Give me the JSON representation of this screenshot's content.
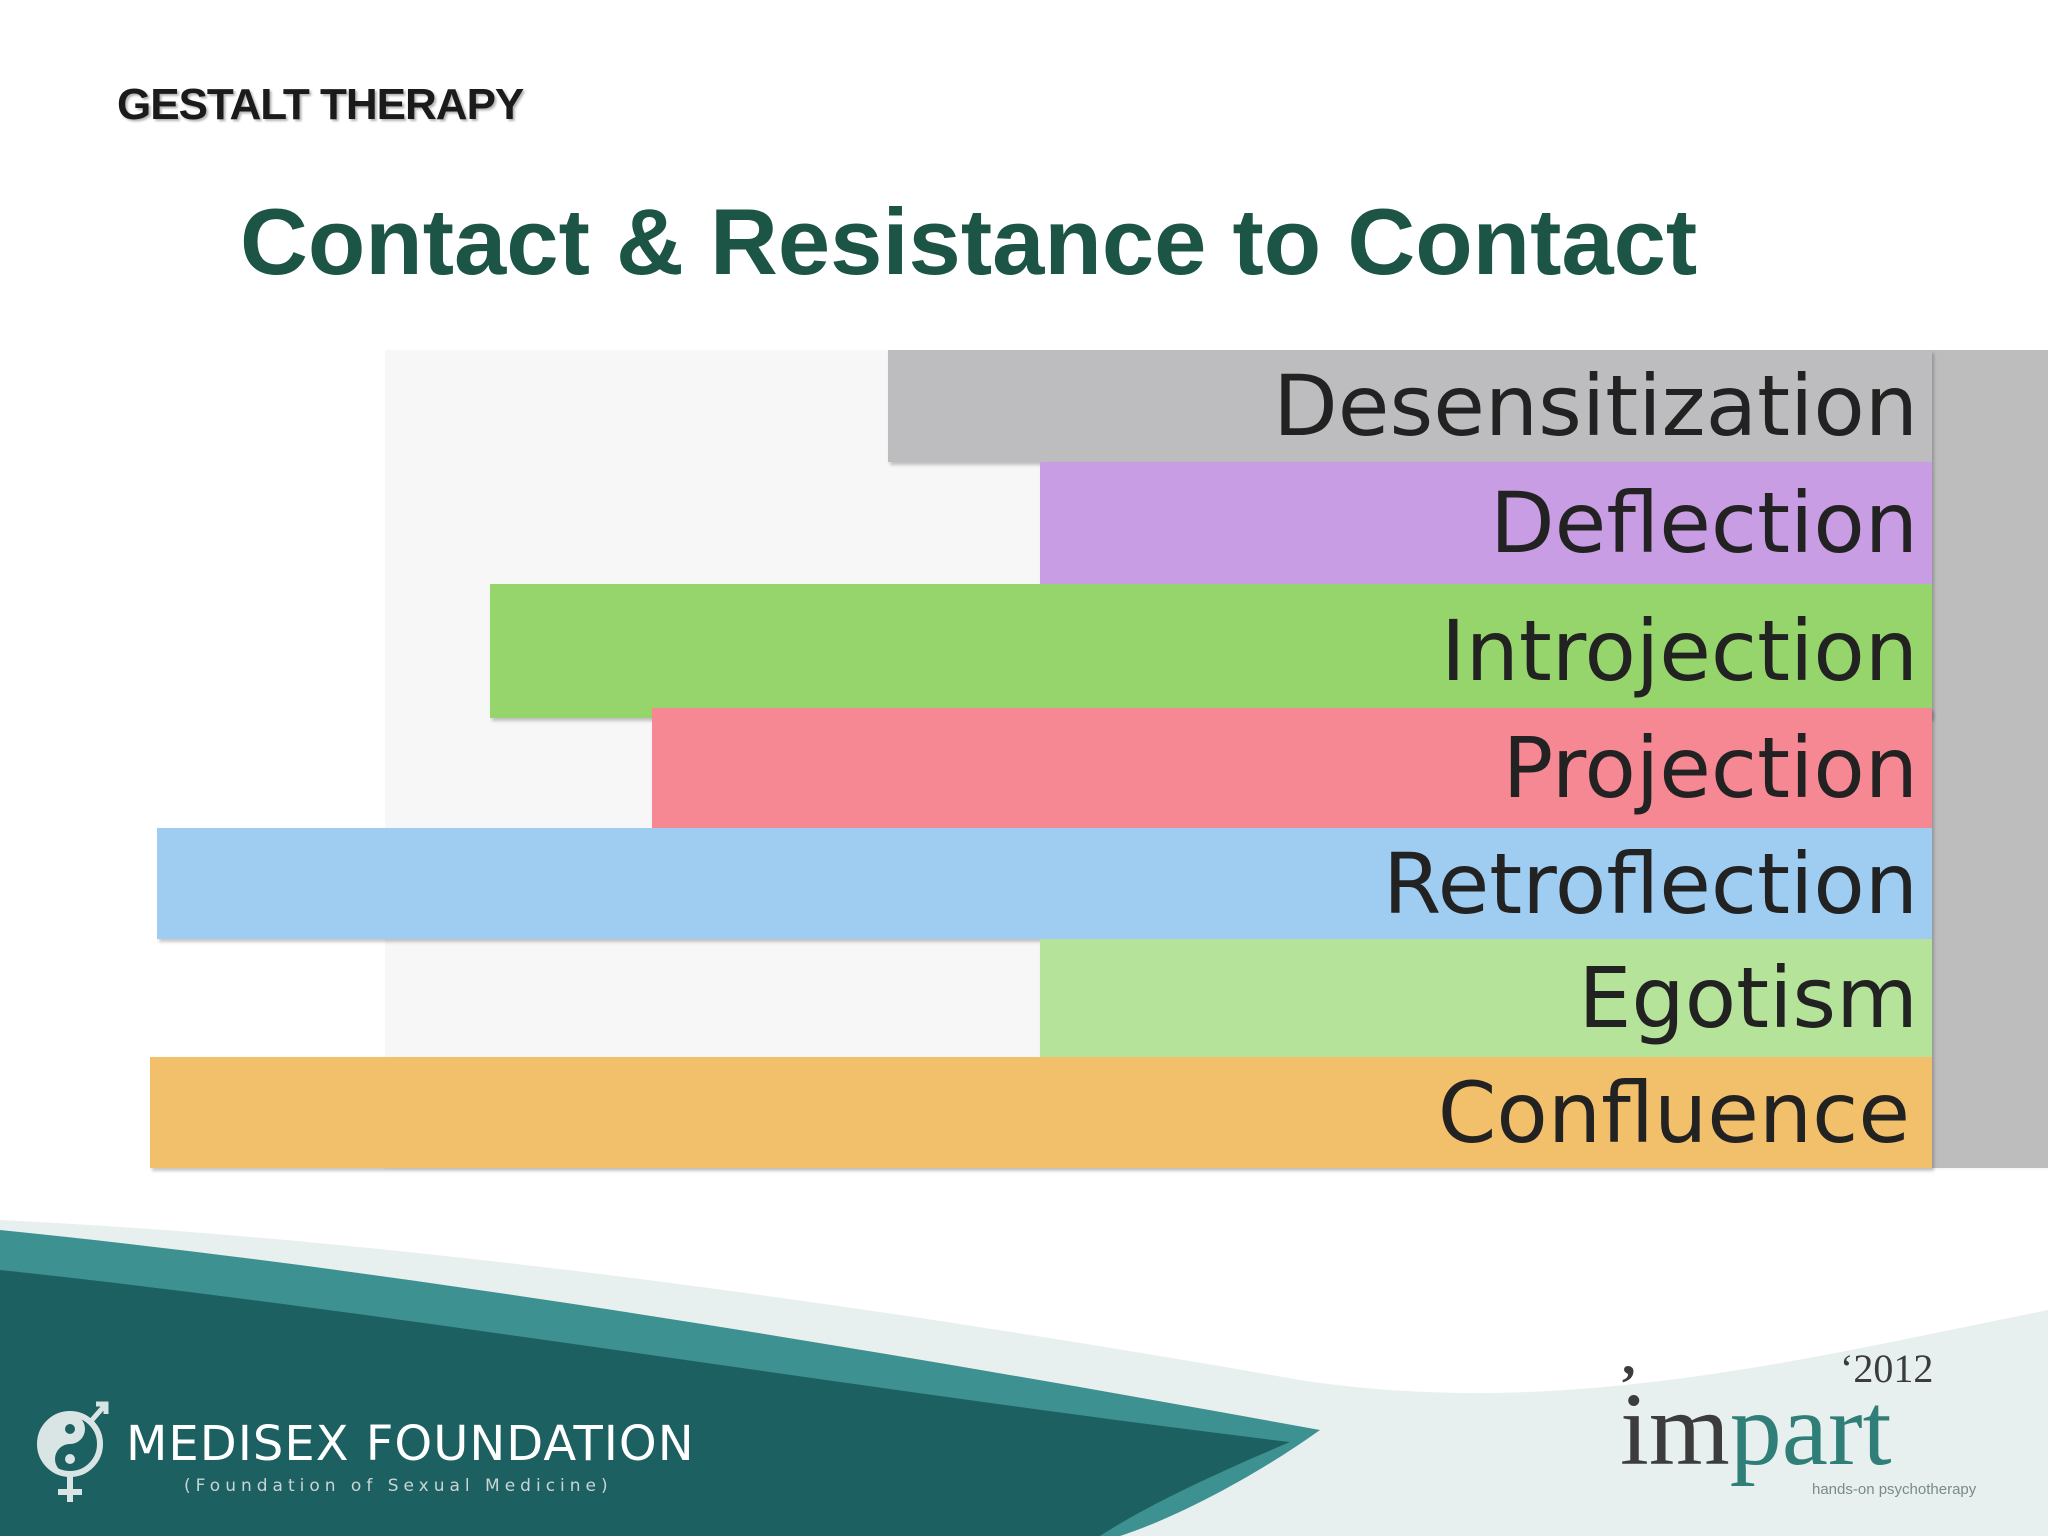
{
  "slide": {
    "section_label": "GESTALT THERAPY",
    "title": "Contact & Resistance to Contact"
  },
  "diagram": {
    "bars": [
      {
        "label": "Desensitization",
        "color": "#bdbcbf"
      },
      {
        "label": "Deflection",
        "color": "#c99de3"
      },
      {
        "label": "Introjection",
        "color": "#96d56b"
      },
      {
        "label": "Projection",
        "color": "#f58892"
      },
      {
        "label": "Retroflection",
        "color": "#9fcdf1"
      },
      {
        "label": "Egotism",
        "color": "#b5e39a"
      },
      {
        "label": "Confluence",
        "color": "#f2c06b"
      }
    ],
    "side_column_color": "#bebdbe"
  },
  "footer": {
    "left_logo": {
      "name": "MEDISEX FOUNDATION",
      "subtitle": "(Foundation of Sexual Medicine)",
      "icon": "yin-yang-gender-icon"
    },
    "right_logo": {
      "year": "‘2012",
      "name": "impart",
      "tagline": "hands-on psychotherapy",
      "text_color": "#3c3c3c",
      "accent_color": "#2f7f78"
    },
    "wave_colors": [
      "#1a5c5e",
      "#3a8f8f",
      "#2e7575"
    ]
  }
}
